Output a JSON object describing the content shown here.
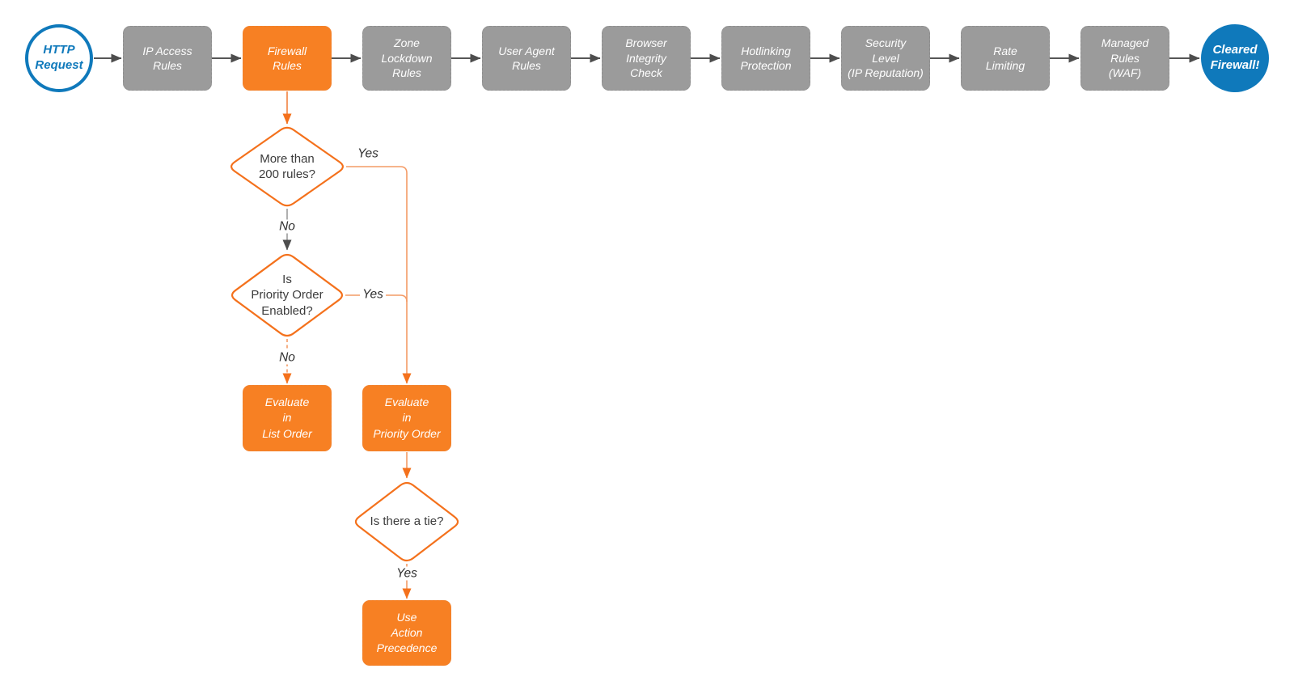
{
  "colors": {
    "orange": "#F78023",
    "gray": "#9B9B9B",
    "blue": "#0F79BB",
    "wire_gray": "#565656",
    "wire_orange": "#F4711C",
    "wire_orange_light": "#F49B66",
    "text_dark": "#3C3C3C"
  },
  "pipeline": {
    "start_label": "HTTP\nRequest",
    "end_label": "Cleared\nFirewall!",
    "stages": [
      {
        "label": "IP Access\nRules",
        "highlighted": false
      },
      {
        "label": "Firewall\nRules",
        "highlighted": true
      },
      {
        "label": "Zone\nLockdown\nRules",
        "highlighted": false
      },
      {
        "label": "User Agent\nRules",
        "highlighted": false
      },
      {
        "label": "Browser\nIntegrity\nCheck",
        "highlighted": false
      },
      {
        "label": "Hotlinking\nProtection",
        "highlighted": false
      },
      {
        "label": "Security\nLevel\n(IP Reputation)",
        "highlighted": false
      },
      {
        "label": "Rate\nLimiting",
        "highlighted": false
      },
      {
        "label": "Managed\nRules\n(WAF)",
        "highlighted": false
      }
    ]
  },
  "decision_tree": {
    "questions": {
      "more_than_200_rules": "More than\n200 rules?",
      "priority_order_enabled": "Is\nPriority Order\nEnabled?",
      "is_there_a_tie": "Is there a tie?"
    },
    "actions": {
      "evaluate_list_order": "Evaluate\nin\nList Order",
      "evaluate_priority_order": "Evaluate\nin\nPriority Order",
      "use_action_precedence": "Use\nAction\nPrecedence"
    },
    "edge_labels": {
      "yes": "Yes",
      "no": "No"
    }
  }
}
